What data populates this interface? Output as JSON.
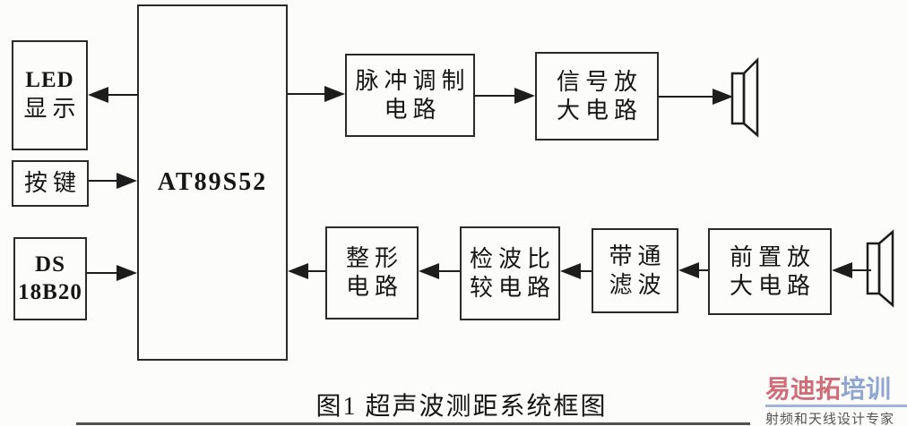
{
  "diagram": {
    "caption": "图1 超声波测距系统框图",
    "mcu": {
      "label": "AT89S52"
    },
    "blocks": {
      "led": {
        "line1": "LED",
        "line2": "显示"
      },
      "keys": {
        "line1": "按键"
      },
      "ds18b20": {
        "line1": "DS",
        "line2": "18B20"
      },
      "pulse_mod": {
        "line1": "脉冲调制",
        "line2": "电路"
      },
      "signal_amp": {
        "line1": "信号放",
        "line2": "大电路"
      },
      "shaping": {
        "line1": "整形",
        "line2": "电路"
      },
      "detect_compare": {
        "line1": "检波比",
        "line2": "较电路"
      },
      "bandpass": {
        "line1": "带通",
        "line2": "滤波"
      },
      "preamp": {
        "line1": "前置放",
        "line2": "大电路"
      }
    },
    "icons": {
      "transducer_top": "speaker-icon",
      "transducer_bottom": "speaker-icon"
    },
    "connections": [
      {
        "from": "AT89S52",
        "to": "LED显示"
      },
      {
        "from": "按键",
        "to": "AT89S52"
      },
      {
        "from": "DS18B20",
        "to": "AT89S52"
      },
      {
        "from": "AT89S52",
        "to": "脉冲调制电路"
      },
      {
        "from": "脉冲调制电路",
        "to": "信号放大电路"
      },
      {
        "from": "信号放大电路",
        "to": "transducer_top"
      },
      {
        "from": "transducer_bottom",
        "to": "前置放大电路"
      },
      {
        "from": "前置放大电路",
        "to": "带通滤波"
      },
      {
        "from": "带通滤波",
        "to": "检波比较电路"
      },
      {
        "from": "检波比较电路",
        "to": "整形电路"
      },
      {
        "from": "整形电路",
        "to": "AT89S52"
      }
    ]
  },
  "watermark": {
    "brand_red": "易迪拓",
    "brand_blue": "培训",
    "tagline": "射频和天线设计专家",
    "colors": {
      "red": "#cf6d78",
      "blue": "#8fa6d2",
      "rule": "#9db4dd",
      "tagline": "#555555"
    }
  }
}
